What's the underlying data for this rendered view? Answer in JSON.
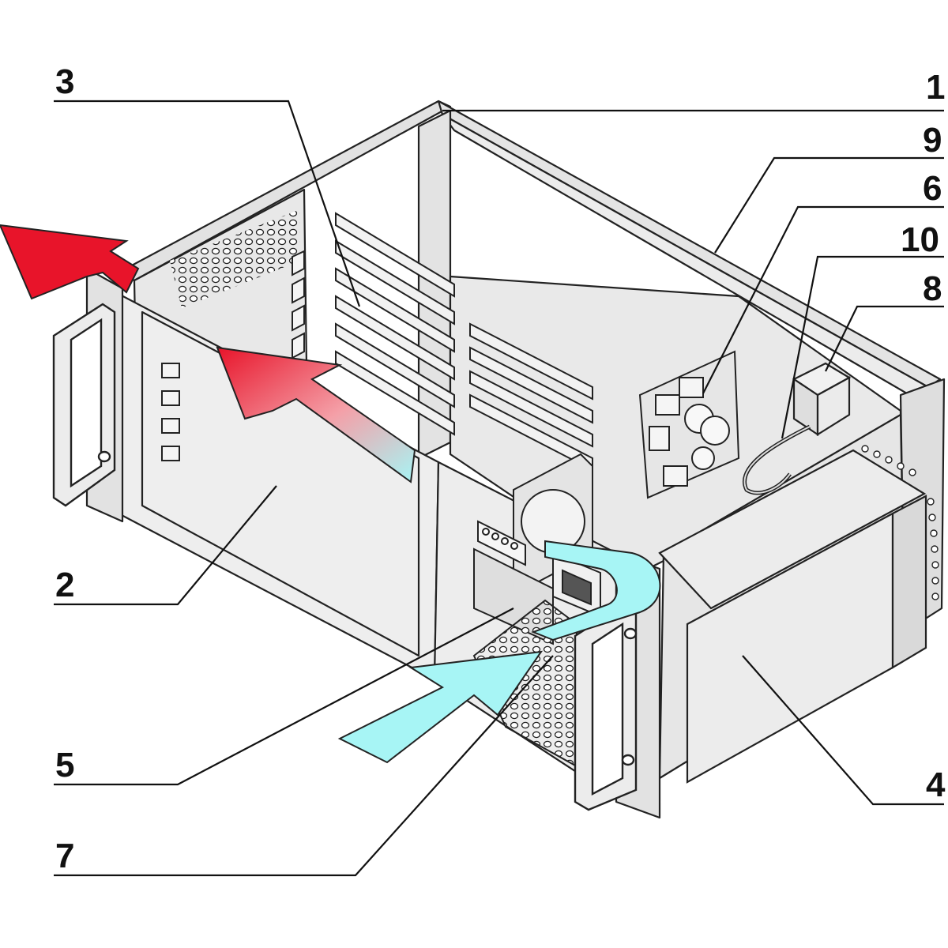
{
  "colors": {
    "outline": "#222222",
    "panel": "#ebebeb",
    "panel_dark": "#d6d6d6",
    "exhaust_arrow": "#e8142a",
    "intake_arrow": "#a7f5f5"
  },
  "callouts": [
    {
      "id": "1",
      "label": "1"
    },
    {
      "id": "2",
      "label": "2"
    },
    {
      "id": "3",
      "label": "3"
    },
    {
      "id": "4",
      "label": "4"
    },
    {
      "id": "5",
      "label": "5"
    },
    {
      "id": "6",
      "label": "6"
    },
    {
      "id": "7",
      "label": "7"
    },
    {
      "id": "8",
      "label": "8"
    },
    {
      "id": "9",
      "label": "9"
    },
    {
      "id": "10",
      "label": "10"
    }
  ]
}
